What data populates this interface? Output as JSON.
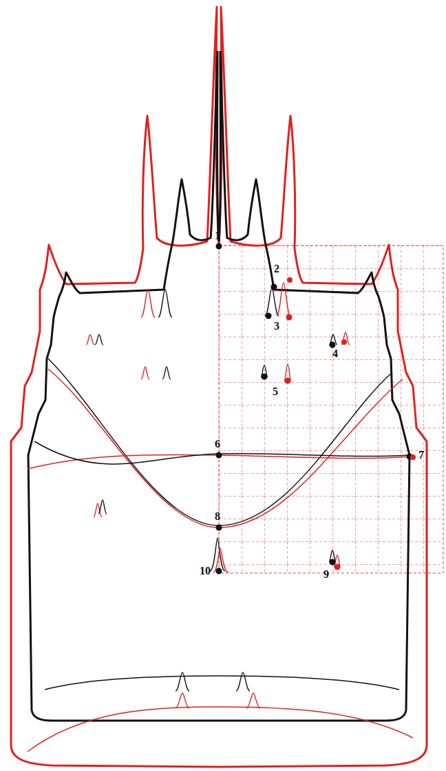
{
  "diagram": {
    "labels": [
      "1",
      "2",
      "3",
      "4",
      "5",
      "6",
      "7",
      "8",
      "9",
      "10"
    ]
  }
}
